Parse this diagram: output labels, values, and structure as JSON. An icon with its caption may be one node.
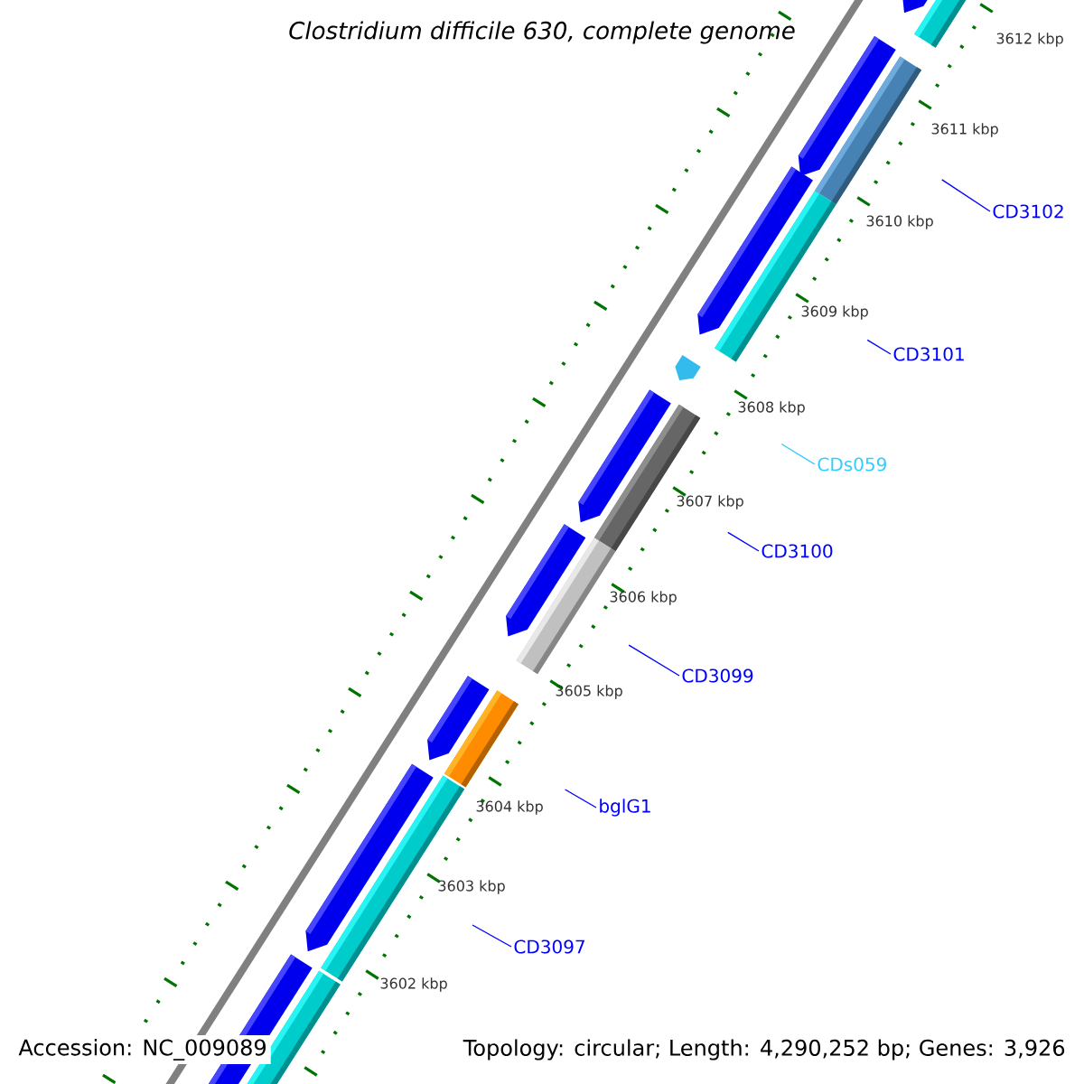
{
  "diagram": {
    "title": "Clostridium difficile 630, complete genome",
    "nodes": [
      {
        "text": [
          "CD3102"
        ]
      },
      {
        "text": [
          "CD3101"
        ]
      },
      {
        "text": [
          "CDs059"
        ]
      },
      {
        "text": [
          "CD3100"
        ]
      },
      {
        "text": [
          "CD3099"
        ]
      },
      {
        "text": [
          "bglG1"
        ]
      },
      {
        "text": [
          "CD3097"
        ]
      }
    ],
    "edges": [
      {
        "from": 0,
        "to": null,
        "arrow": "none"
      },
      {
        "from": 1,
        "to": null,
        "arrow": "none"
      },
      {
        "from": 2,
        "to": null,
        "arrow": "none",
        "color": "#33ccff"
      },
      {
        "from": 3,
        "to": null,
        "arrow": "none"
      },
      {
        "from": 4,
        "to": null,
        "arrow": "none"
      },
      {
        "from": 5,
        "to": null,
        "arrow": "none"
      },
      {
        "from": 6,
        "to": null,
        "arrow": "none"
      }
    ],
    "labels": [
      "3612 kbp",
      "3611 kbp",
      "3610 kbp",
      "3609 kbp",
      "3608 kbp",
      "3607 kbp",
      "3606 kbp",
      "3605 kbp",
      "3604 kbp",
      "3603 kbp",
      "3602 kbp",
      "Accession: NC_009089",
      "Topology: circular; Length: 4,290,252 bp; Genes: 3,926"
    ]
  }
}
